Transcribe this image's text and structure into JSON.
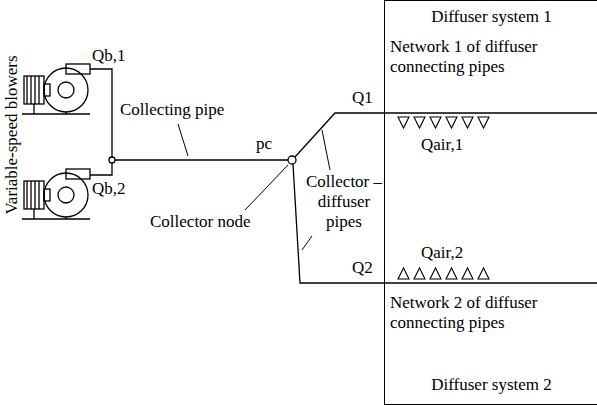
{
  "diagram": {
    "nodes": [
      {
        "text": [
          "Diffuser system 1",
          "Network 1 of diffuser connecting pipes",
          "Qair,1",
          "Qair,2",
          "Network 2 of diffuser connecting pipes",
          "Diffuser system 2"
        ]
      }
    ],
    "labels": [
      "Variable-speed blowers",
      "Collecting pipe",
      "Qb,1",
      "Qb,2",
      "pc",
      "Collector node",
      "Collector –diffuser pipes",
      "Q1",
      "Q2"
    ]
  }
}
